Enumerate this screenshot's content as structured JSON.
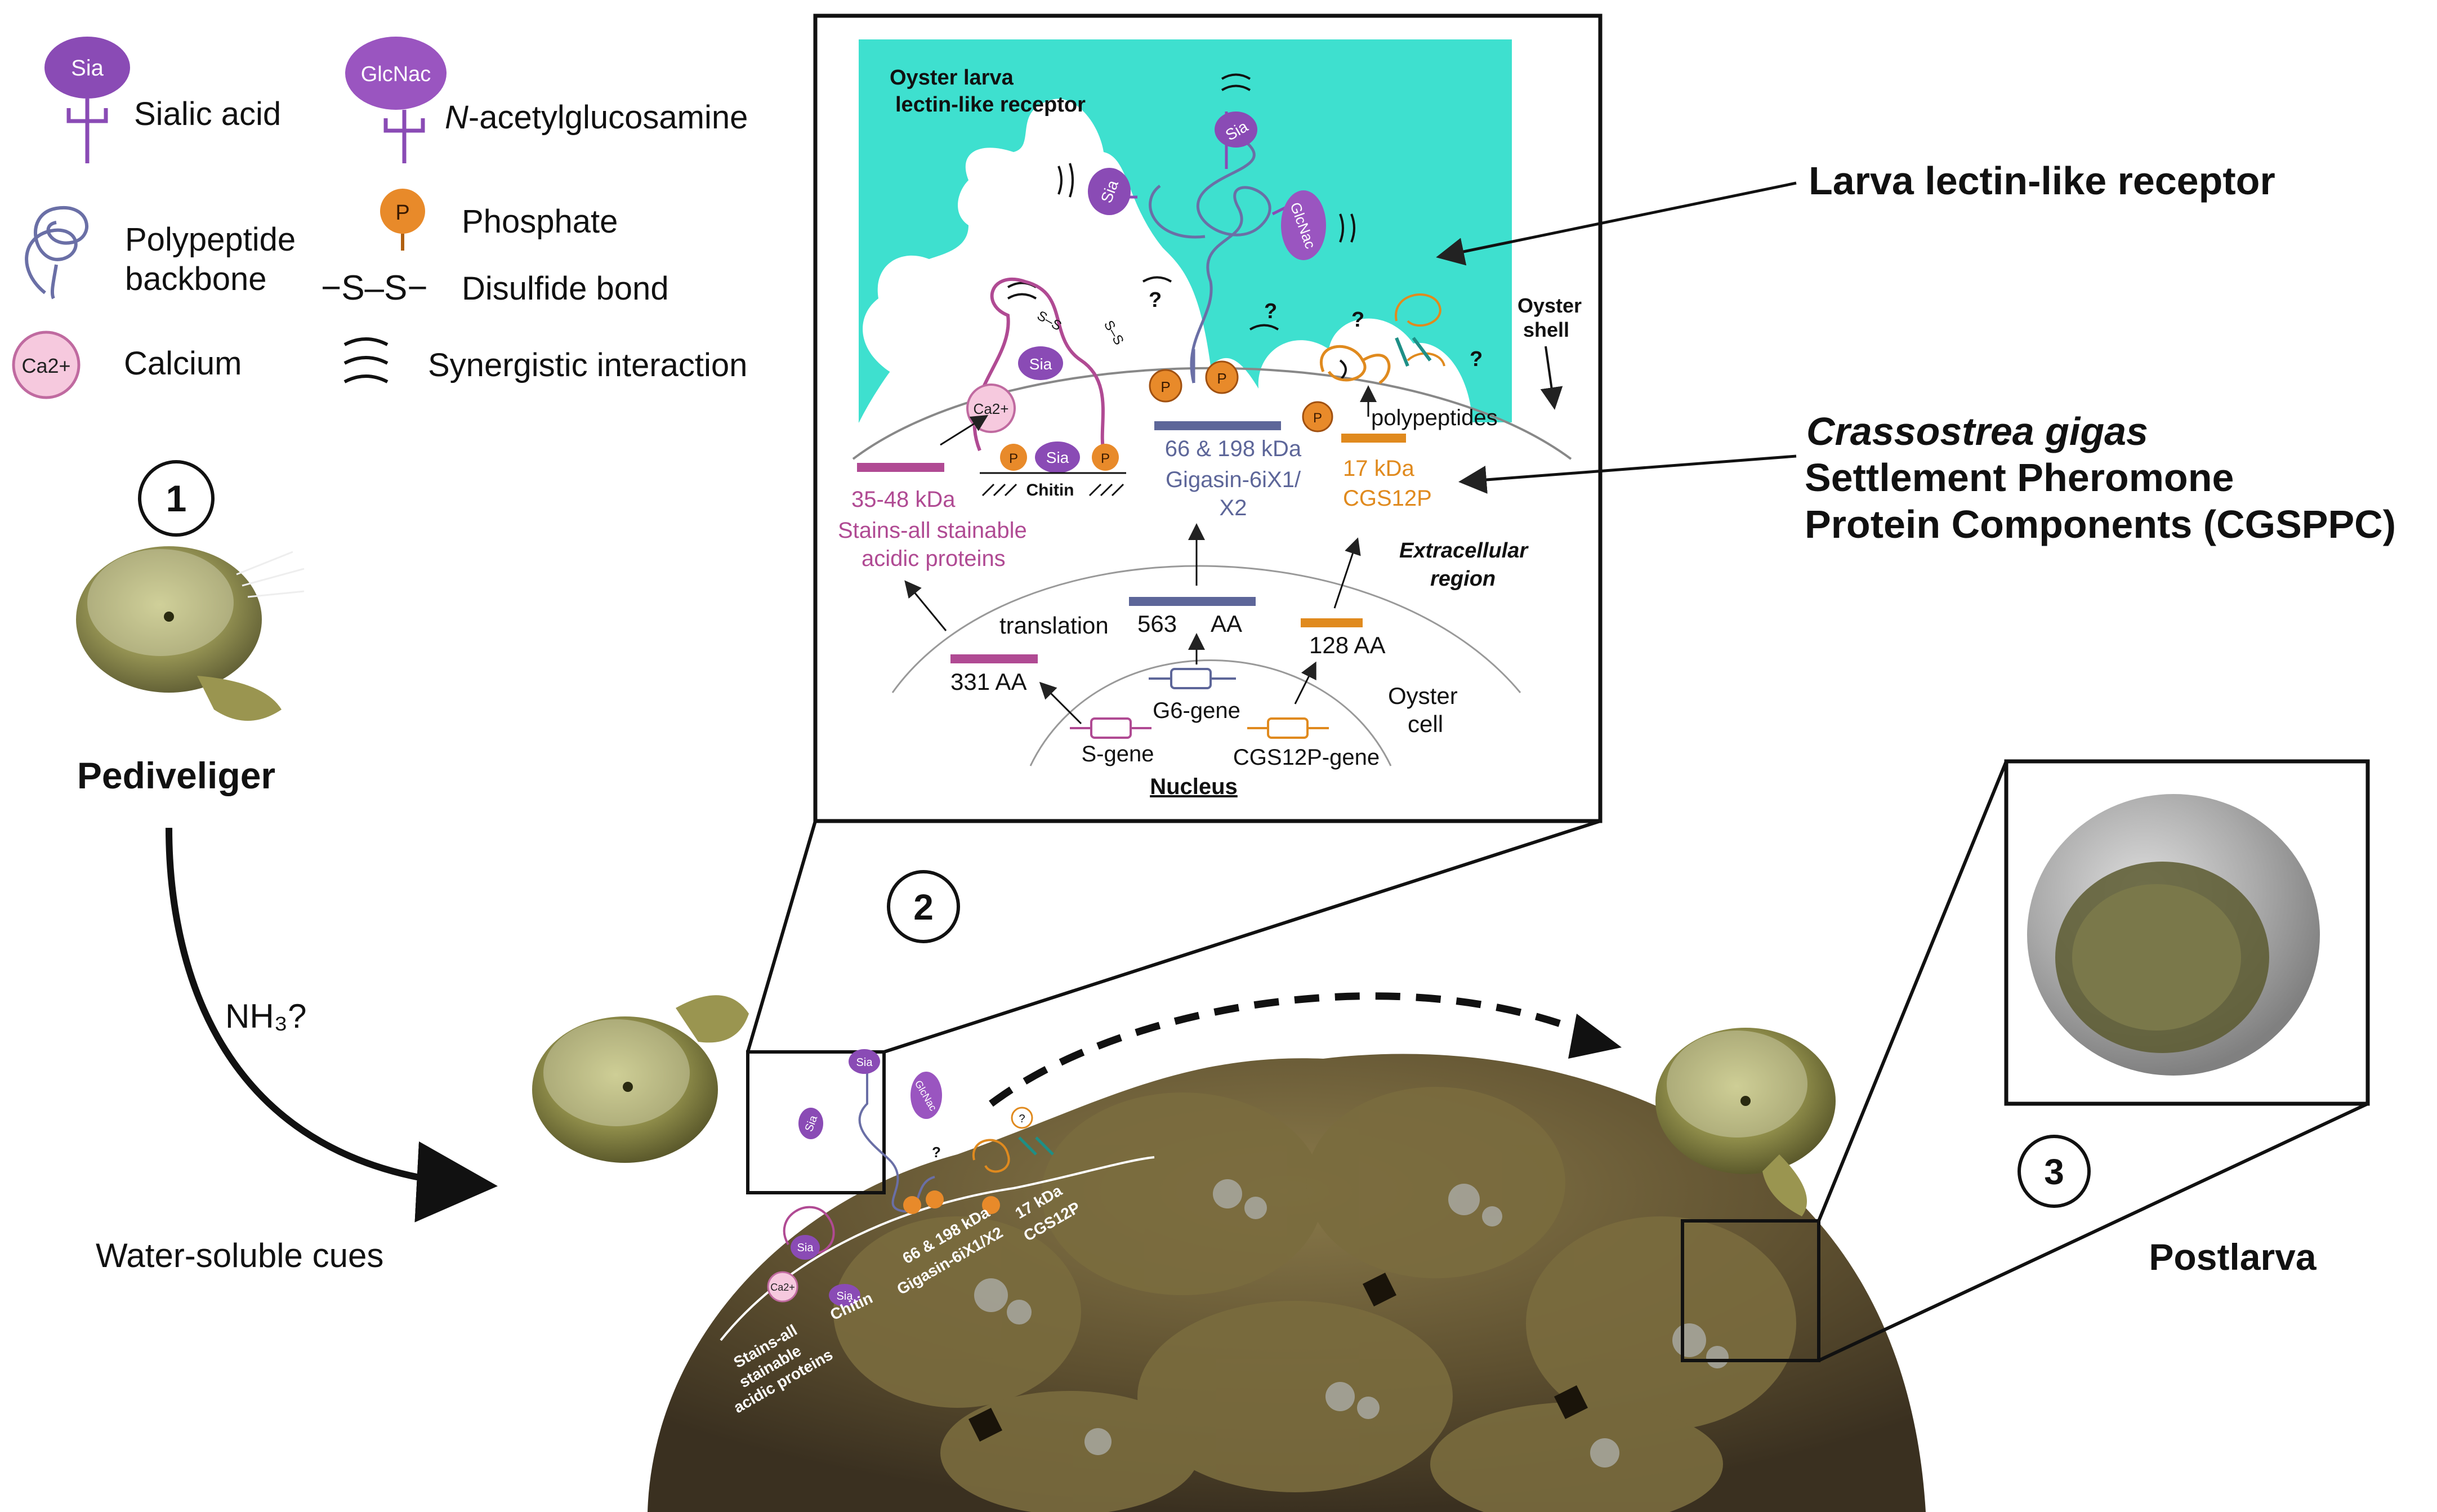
{
  "legend": {
    "sia": {
      "glyph": "Sia",
      "label": "Sialic acid"
    },
    "glcnac": {
      "glyph": "GlcNac",
      "label_italic": "N",
      "label_rest": "-acetylglucosamine"
    },
    "polypeptide": {
      "label_line1": "Polypeptide",
      "label_line2": "backbone"
    },
    "phosphate": {
      "glyph": "P",
      "label": "Phosphate"
    },
    "disulfide": {
      "glyph": "−S–S−",
      "label": "Disulfide bond"
    },
    "calcium": {
      "glyph": "Ca2+",
      "label": "Calcium"
    },
    "synergy": {
      "label": "Synergistic interaction"
    }
  },
  "stages": {
    "one": {
      "number": "1",
      "label": "Pediveliger"
    },
    "two": {
      "number": "2"
    },
    "three": {
      "number": "3",
      "label": "Postlarva"
    }
  },
  "cue": {
    "nh3": "NH₃?",
    "water": "Water-soluble cues"
  },
  "inset": {
    "receptor_title_line1": "Oyster larva",
    "receptor_title_line2": "lectin-like receptor",
    "shell_line1": "Oyster",
    "shell_line2": "shell",
    "extracellular_line1": "Extracellular",
    "extracellular_line2": "region",
    "cell_line1": "Oyster",
    "cell_line2": "cell",
    "nucleus": "Nucleus",
    "translation": "translation",
    "chitin": "Chitin",
    "polypeptides": "polypeptides",
    "unknown": "?",
    "ss": "S–S",
    "sia": "Sia",
    "glcnac": "GlcNac",
    "p": "P",
    "ca": "Ca2+",
    "genes": {
      "s": "S-gene",
      "g6": "G6-gene",
      "cgs": "CGS12P-gene"
    },
    "aa": {
      "s": "331 AA",
      "g6_a": "563",
      "g6_b": "AA",
      "cgs": "128 AA"
    },
    "proteins": {
      "s_size": "35-48  kDa",
      "s_name_line1": "Stains-all stainable",
      "s_name_line2": "acidic proteins",
      "g6_size": "66 & 198 kDa",
      "g6_name_line1": "Gigasin-6iX1/",
      "g6_name_line2": "X2",
      "cgs_size": "17 kDa",
      "cgs_name": "CGS12P"
    }
  },
  "callouts": {
    "receptor": "Larva lectin-like receptor",
    "pheromone_species": "Crassostrea gigas",
    "pheromone_line2": "Settlement Pheromone",
    "pheromone_line3": "Protein Components (CGSPPC)"
  },
  "substrate_labels": {
    "s_line1": "Stains-all",
    "s_line2": "stainable",
    "s_line3": "acidic proteins",
    "g6_line1": "66 & 198 kDa",
    "g6_line2": "Gigasin-6iX1/X2",
    "cgs_line1": "17 kDa",
    "cgs_line2": "CGS12P",
    "chitin": "Chitin"
  },
  "colors": {
    "sialic": "#8a4bb5",
    "glcnac": "#9a55c0",
    "backbone": "#6a6fa6",
    "phosphate": "#e88a2a",
    "calcium_fill": "#f6c9de",
    "stains_all": "#b04a93",
    "gigasin": "#5d6699",
    "cgs12p": "#e08a1e",
    "receptor": "#3ee0cf",
    "teal_bond": "#1e8f86"
  }
}
